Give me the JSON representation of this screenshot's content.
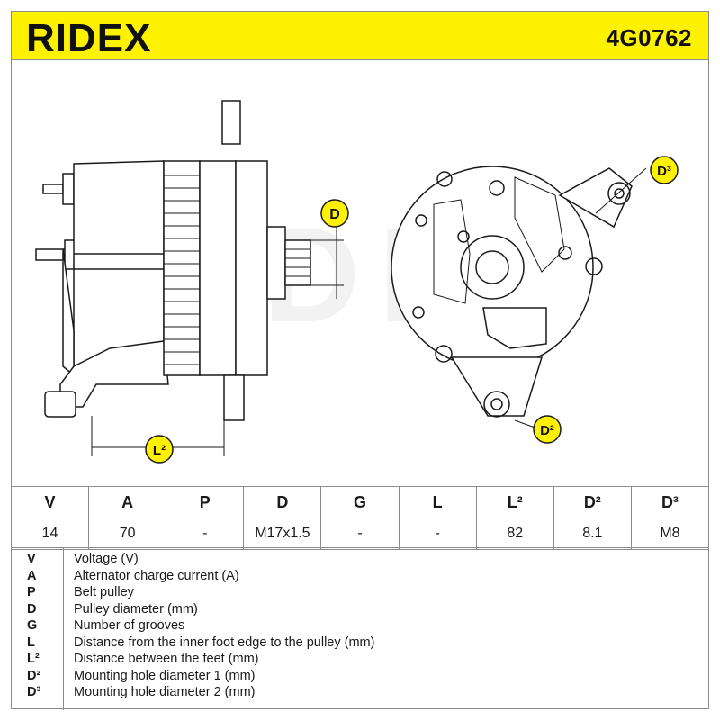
{
  "header": {
    "brand": "RIDEX",
    "part_number": "4G0762"
  },
  "drawing": {
    "watermark": "RIDEX",
    "labels": {
      "D": "D",
      "L2": "L²",
      "D2": "D²",
      "D3": "D³"
    }
  },
  "spec_table": {
    "headers": [
      "V",
      "A",
      "P",
      "D",
      "G",
      "L",
      "L²",
      "D²",
      "D³"
    ],
    "values": [
      "14",
      "70",
      "-",
      "M17x1.5",
      "-",
      "-",
      "82",
      "8.1",
      "M8"
    ]
  },
  "legend": [
    {
      "key": "V",
      "desc": "Voltage (V)"
    },
    {
      "key": "A",
      "desc": "Alternator charge current (A)"
    },
    {
      "key": "P",
      "desc": "Belt pulley"
    },
    {
      "key": "D",
      "desc": "Pulley diameter (mm)"
    },
    {
      "key": "G",
      "desc": "Number of grooves"
    },
    {
      "key": "L",
      "desc": "Distance from the inner foot edge to the pulley (mm)"
    },
    {
      "key": "L²",
      "desc": "Distance between the feet (mm)"
    },
    {
      "key": "D²",
      "desc": "Mounting hole diameter 1 (mm)"
    },
    {
      "key": "D³",
      "desc": "Mounting hole diameter 2 (mm)"
    }
  ],
  "colors": {
    "header_bg": "#fff200",
    "border": "#8c8c8c",
    "callout": "#fff200"
  }
}
